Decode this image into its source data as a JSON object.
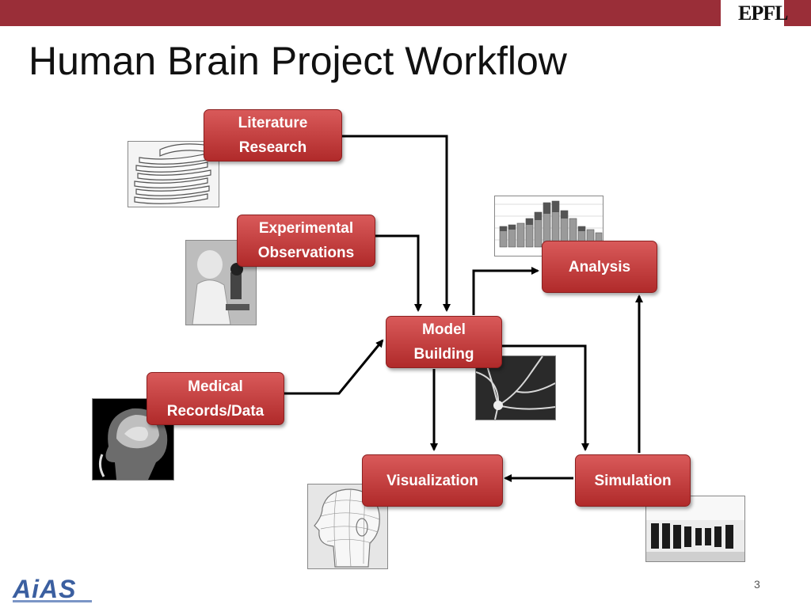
{
  "slide": {
    "title": "Human Brain Project Workflow",
    "page_number": "3",
    "footer_logo": "AiAS",
    "header_logo": "EPFL"
  },
  "nodes": {
    "literature": {
      "line1": "Literature",
      "line2": "Research"
    },
    "experimental": {
      "line1": "Experimental",
      "line2": "Observations"
    },
    "medical": {
      "line1": "Medical",
      "line2": "Records/Data"
    },
    "model": {
      "line1": "Model",
      "line2": "Building"
    },
    "analysis": {
      "line1": "Analysis"
    },
    "visualization": {
      "line1": "Visualization"
    },
    "simulation": {
      "line1": "Simulation"
    }
  },
  "colors": {
    "accent_bar": "#9a2e38",
    "box_fill": "#c0392b",
    "arrow": "#000000"
  },
  "icons": [
    "stacked-books-icon",
    "lab-microscope-icon",
    "mri-brain-icon",
    "histogram-icon",
    "neuron-icon",
    "wireframe-head-icon",
    "server-room-icon"
  ]
}
